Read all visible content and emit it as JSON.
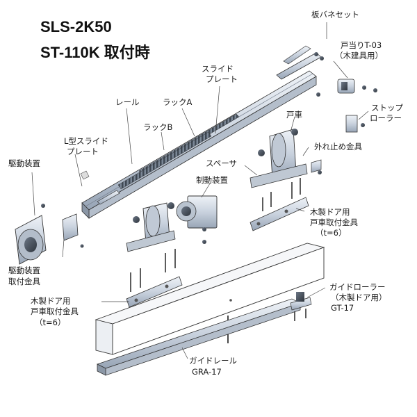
{
  "title": {
    "line1": "SLS-2K50",
    "line2": "ST-110K 取付時"
  },
  "labels": {
    "leaf_spring_set": "板バネセット",
    "door_stop": "戸当りT-03",
    "door_stop_sub": "（木建具用）",
    "slide_plate": "スライド",
    "slide_plate2": "プレート",
    "rail": "レール",
    "rack_a": "ラックA",
    "rack_b": "ラックB",
    "stop_roller": "ストップ",
    "stop_roller2": "ローラー",
    "door_wheel": "戸車",
    "anti_derail": "外れ止め金具",
    "l_slide_plate": "L型スライド",
    "l_slide_plate2": "プレート",
    "spacer": "スペーサ",
    "drive_unit": "駆動装置",
    "brake_unit": "制動装置",
    "wood_door_bracket_r": "木製ドア用",
    "wood_door_bracket_r2": "戸車取付金具",
    "wood_door_bracket_r3": "（t=6）",
    "drive_mount": "駆動装置",
    "drive_mount2": "取付金具",
    "wood_door_bracket_l": "木製ドア用",
    "wood_door_bracket_l2": "戸車取付金具",
    "wood_door_bracket_l3": "（t=6）",
    "guide_roller": "ガイドローラー",
    "guide_roller2": "（木製ドア用）",
    "guide_roller3": "GT-17",
    "guide_rail": "ガイドレール",
    "guide_rail2": "GRA-17"
  }
}
